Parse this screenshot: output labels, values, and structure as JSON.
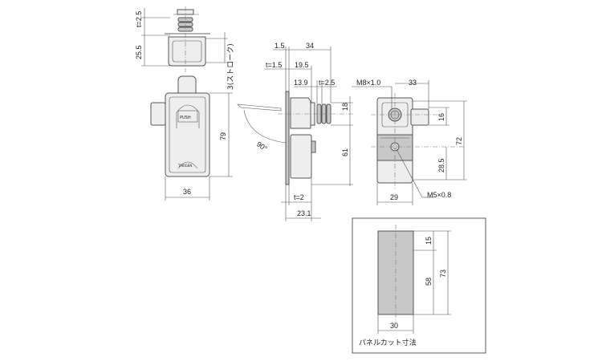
{
  "top_view": {
    "t": "t=2.5",
    "height": "25.5",
    "stroke": "3(ストローク)"
  },
  "front_view": {
    "height": "79",
    "width": "36"
  },
  "side_view": {
    "d1": "1.5",
    "d2": "34",
    "t1": "t=1.5",
    "d3": "19.5",
    "d4": "13.9",
    "t2": "t=2.5",
    "d5": "18",
    "angle": "90°",
    "d6": "61",
    "t3": "t=2",
    "d7": "23.1"
  },
  "back_view": {
    "thread1": "M8×1.0",
    "d1": "33",
    "d2": "16",
    "d3": "72",
    "d4": "28.5",
    "d5": "29",
    "thread2": "M5×0.8"
  },
  "panel_cut": {
    "d1": "15",
    "d2": "73",
    "d3": "58",
    "d4": "30",
    "caption": "パネルカット寸法"
  }
}
